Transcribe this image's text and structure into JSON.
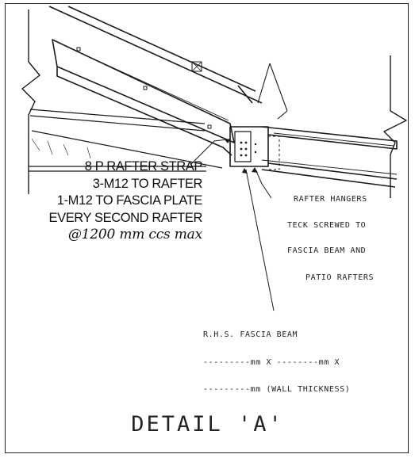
{
  "left_notes": {
    "line1": "8 P RAFTER STRAP",
    "line2": "3-M12 TO RAFTER",
    "line3": "1-M12 TO FASCIA PLATE",
    "line4": "EVERY SECOND RAFTER",
    "line5": "@1200 mm ccs max"
  },
  "right_notes": {
    "line1": "RAFTER HANGERS",
    "line2": "TECK SCREWED TO",
    "line3": "FASCIA BEAM AND",
    "line4": "PATIO RAFTERS"
  },
  "beam_notes": {
    "title": "R.H.S. FASCIA BEAM",
    "dim1": "---------mm X --------mm X",
    "dim2": "---------mm (WALL THICKNESS)"
  },
  "caption": "DETAIL 'A'"
}
